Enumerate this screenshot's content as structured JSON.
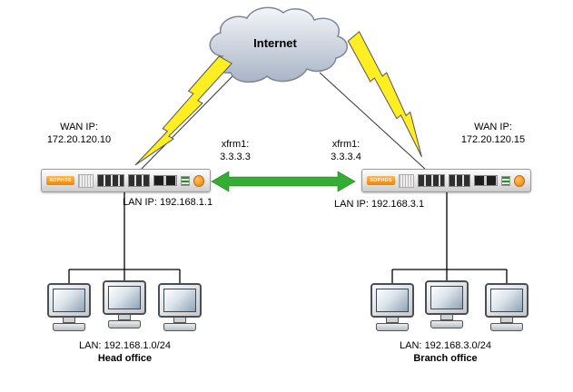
{
  "internet": {
    "label": "Internet"
  },
  "tunnel": {
    "left_endpoint": {
      "label": "xfrm1:",
      "ip": "3.3.3.3"
    },
    "right_endpoint": {
      "label": "xfrm1:",
      "ip": "3.3.3.4"
    }
  },
  "left_site": {
    "wan_label": "WAN IP:",
    "wan_ip": "172.20.120.10",
    "lan_ip_label": "LAN IP:",
    "lan_ip": "192.168.1.1",
    "lan_label": "LAN:",
    "lan_subnet": "192.168.1.0/24",
    "name": "Head office",
    "device_brand": "SOPHOS"
  },
  "right_site": {
    "wan_label": "WAN IP:",
    "wan_ip": "172.20.120.15",
    "lan_ip_label": "LAN IP:",
    "lan_ip": "192.168.3.1",
    "lan_label": "LAN:",
    "lan_subnet": "192.168.3.0/24",
    "name": "Branch office",
    "device_brand": "SOPHOS"
  },
  "colors": {
    "tunnel_arrow_green": "#33ad33",
    "lightning_yellow": "#ffee22",
    "cloud_fill": "#b9c2d2",
    "device_orange": "#f28500"
  }
}
